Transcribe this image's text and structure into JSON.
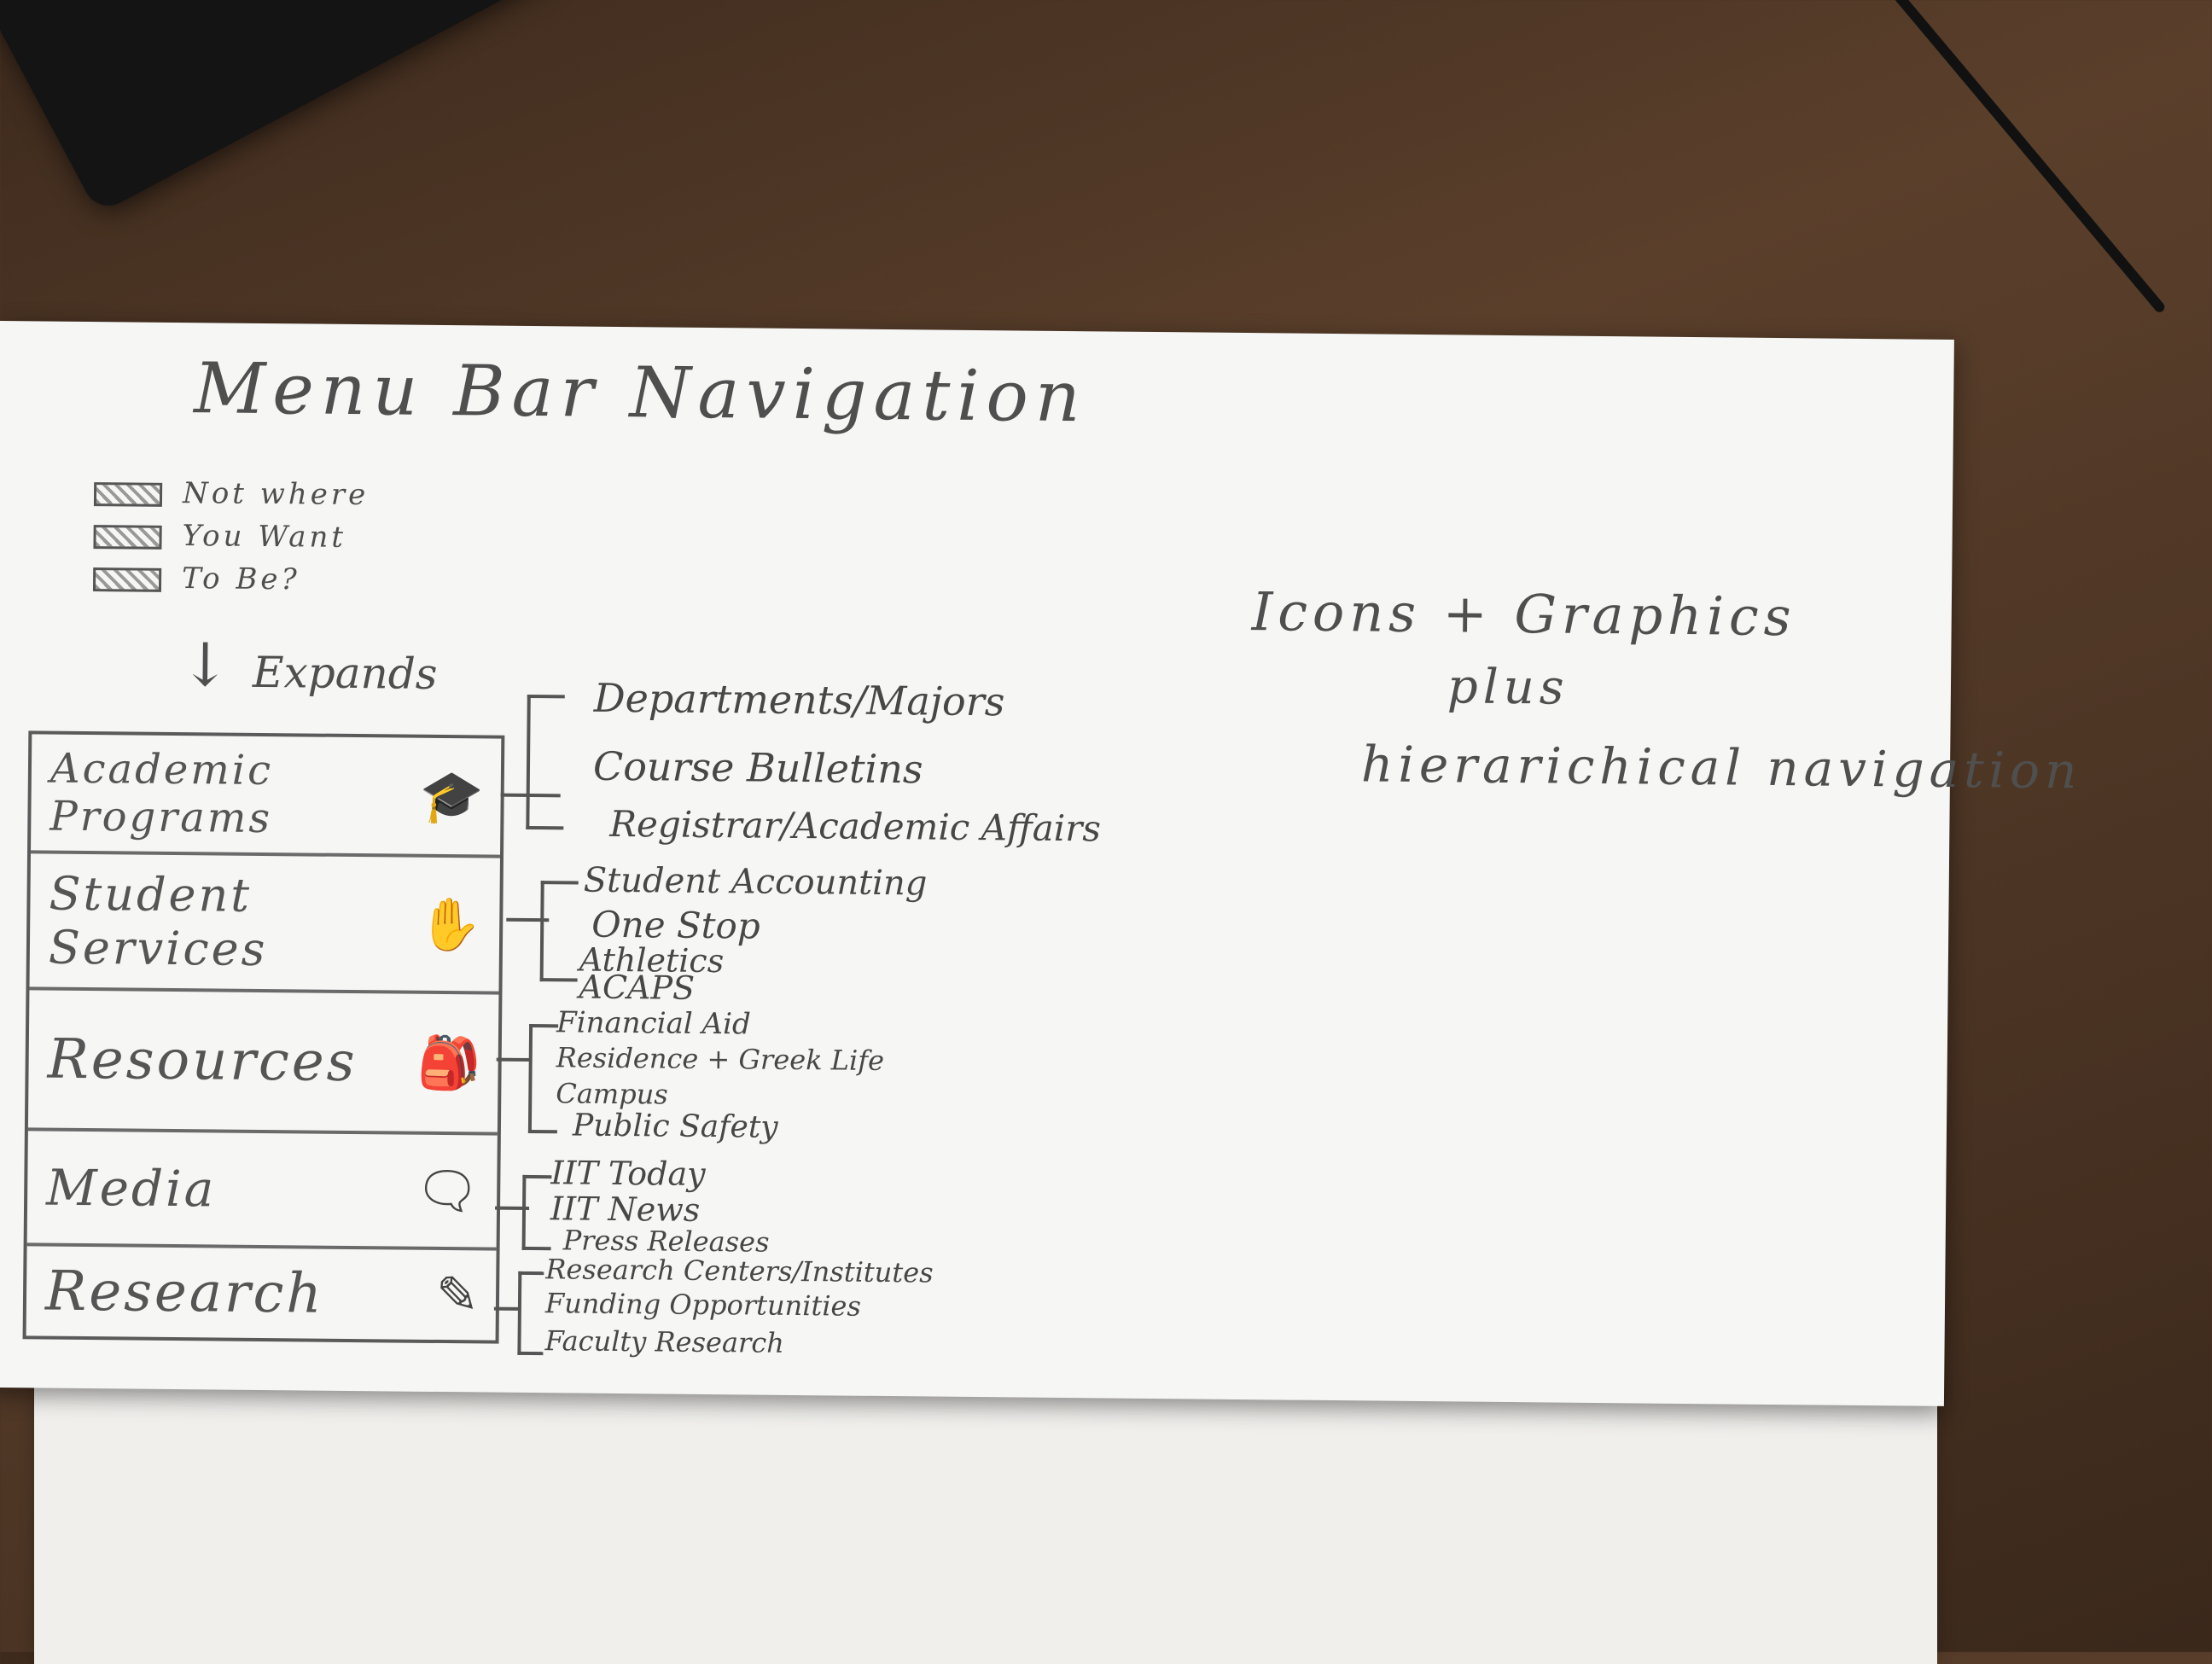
{
  "sketch": {
    "title": "Menu Bar Navigation",
    "legend": [
      "Not where",
      "You Want",
      "To Be?"
    ],
    "expands": "Expands",
    "notes": {
      "line1": "Icons + Graphics",
      "line2": "plus",
      "line3": "hierarichical navigation"
    }
  },
  "menu": {
    "items": [
      {
        "label": "Academic Programs",
        "icon": "graduation-cap-icon",
        "glyph": "🎓",
        "subitems": [
          "Departments/Majors",
          "Course Bulletins",
          "Registrar/Academic Affairs"
        ]
      },
      {
        "label": "Student Services",
        "icon": "hand-icon",
        "glyph": "✋",
        "subitems": [
          "Student Accounting",
          "One Stop",
          "Athletics",
          "ACAPS"
        ]
      },
      {
        "label": "Resources",
        "icon": "backpack-icon",
        "glyph": "🎒",
        "subitems": [
          "Financial Aid",
          "Residence + Greek Life",
          "Campus",
          "Public Safety"
        ]
      },
      {
        "label": "Media",
        "icon": "speech-bubble-icon",
        "glyph": "🗨",
        "subitems": [
          "IIT Today",
          "IIT News",
          "Press Releases"
        ]
      },
      {
        "label": "Research",
        "icon": "notepad-pencil-icon",
        "glyph": "✎",
        "subitems": [
          "Research Centers/Institutes",
          "Funding Opportunities",
          "Faculty Research"
        ]
      }
    ]
  }
}
